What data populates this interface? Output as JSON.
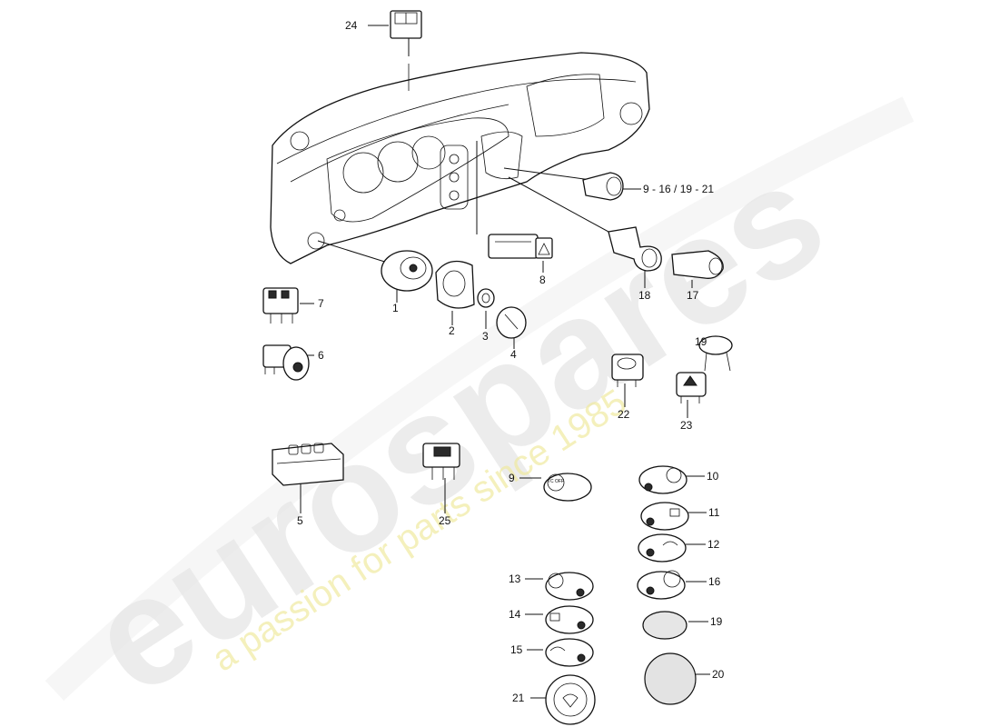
{
  "watermark": {
    "logo": "eurospares",
    "tagline": "a passion for parts since 1985"
  },
  "callouts": {
    "p1": "1",
    "p2": "2",
    "p3": "3",
    "p4": "4",
    "p5": "5",
    "p6": "6",
    "p7": "7",
    "p8": "8",
    "p9_16_19_21": "9 - 16 / 19 - 21",
    "p9": "9",
    "p10": "10",
    "p11": "11",
    "p12": "12",
    "p13": "13",
    "p14": "14",
    "p15": "15",
    "p16": "16",
    "p17": "17",
    "p18": "18",
    "p19_top": "19",
    "p19": "19",
    "p20": "20",
    "p21": "21",
    "p22": "22",
    "p23": "23",
    "p24": "24",
    "p25": "25"
  },
  "button_labels": {
    "tc_off": "TC OFF"
  }
}
